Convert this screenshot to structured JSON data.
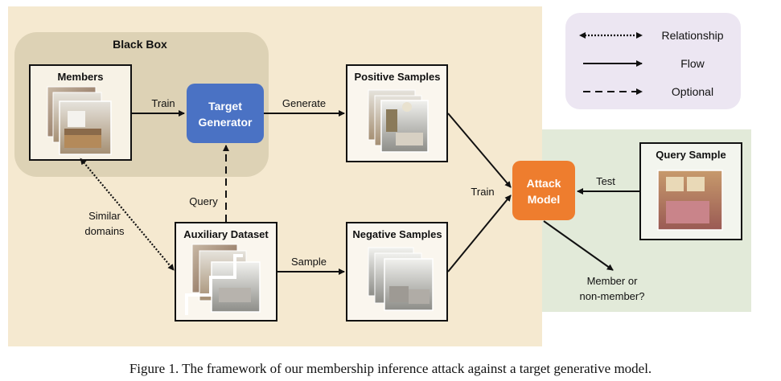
{
  "caption": "Figure 1. The framework of our membership inference attack against a target generative model.",
  "legend": {
    "relationship": "Relationship",
    "flow": "Flow",
    "optional": "Optional"
  },
  "black_box": {
    "title": "Black Box"
  },
  "nodes": {
    "members": "Members",
    "target_generator_line1": "Target",
    "target_generator_line2": "Generator",
    "positive_samples": "Positive Samples",
    "auxiliary_dataset": "Auxiliary Dataset",
    "negative_samples": "Negative Samples",
    "attack_model_line1": "Attack",
    "attack_model_line2": "Model",
    "query_sample": "Query Sample"
  },
  "edges": {
    "train_1": "Train",
    "generate": "Generate",
    "query": "Query",
    "sample": "Sample",
    "train_2": "Train",
    "test": "Test",
    "similar_line1": "Similar",
    "similar_line2": "domains",
    "output_line1": "Member or",
    "output_line2": "non-member?"
  },
  "colors": {
    "left_panel": "#f5e9d0",
    "black_box": "#ddd2b5",
    "right_panel": "#e2ead9",
    "legend_bg": "#ece6f2",
    "target_generator": "#4a72c4",
    "attack_model": "#ee7d2e"
  }
}
